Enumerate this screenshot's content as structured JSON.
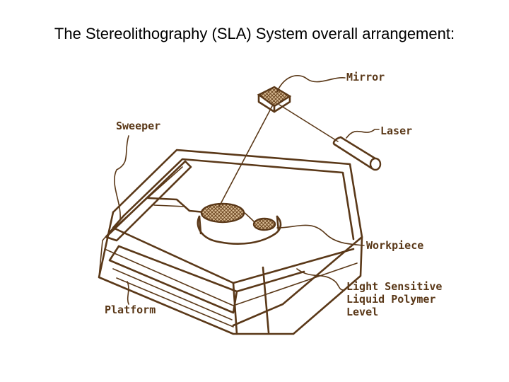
{
  "title": "The Stereolithography (SLA) System overall arrangement:",
  "diagram": {
    "labels": {
      "mirror": "Mirror",
      "laser": "Laser",
      "sweeper": "Sweeper",
      "workpiece": "Workpiece",
      "light_sensitive": [
        "Light Sensitive",
        "Liquid Polymer",
        "Level"
      ],
      "platform": "Platform"
    },
    "colors": {
      "ink": "#5a3818",
      "hatch": "#c9a57a",
      "background": "#ffffff"
    }
  }
}
